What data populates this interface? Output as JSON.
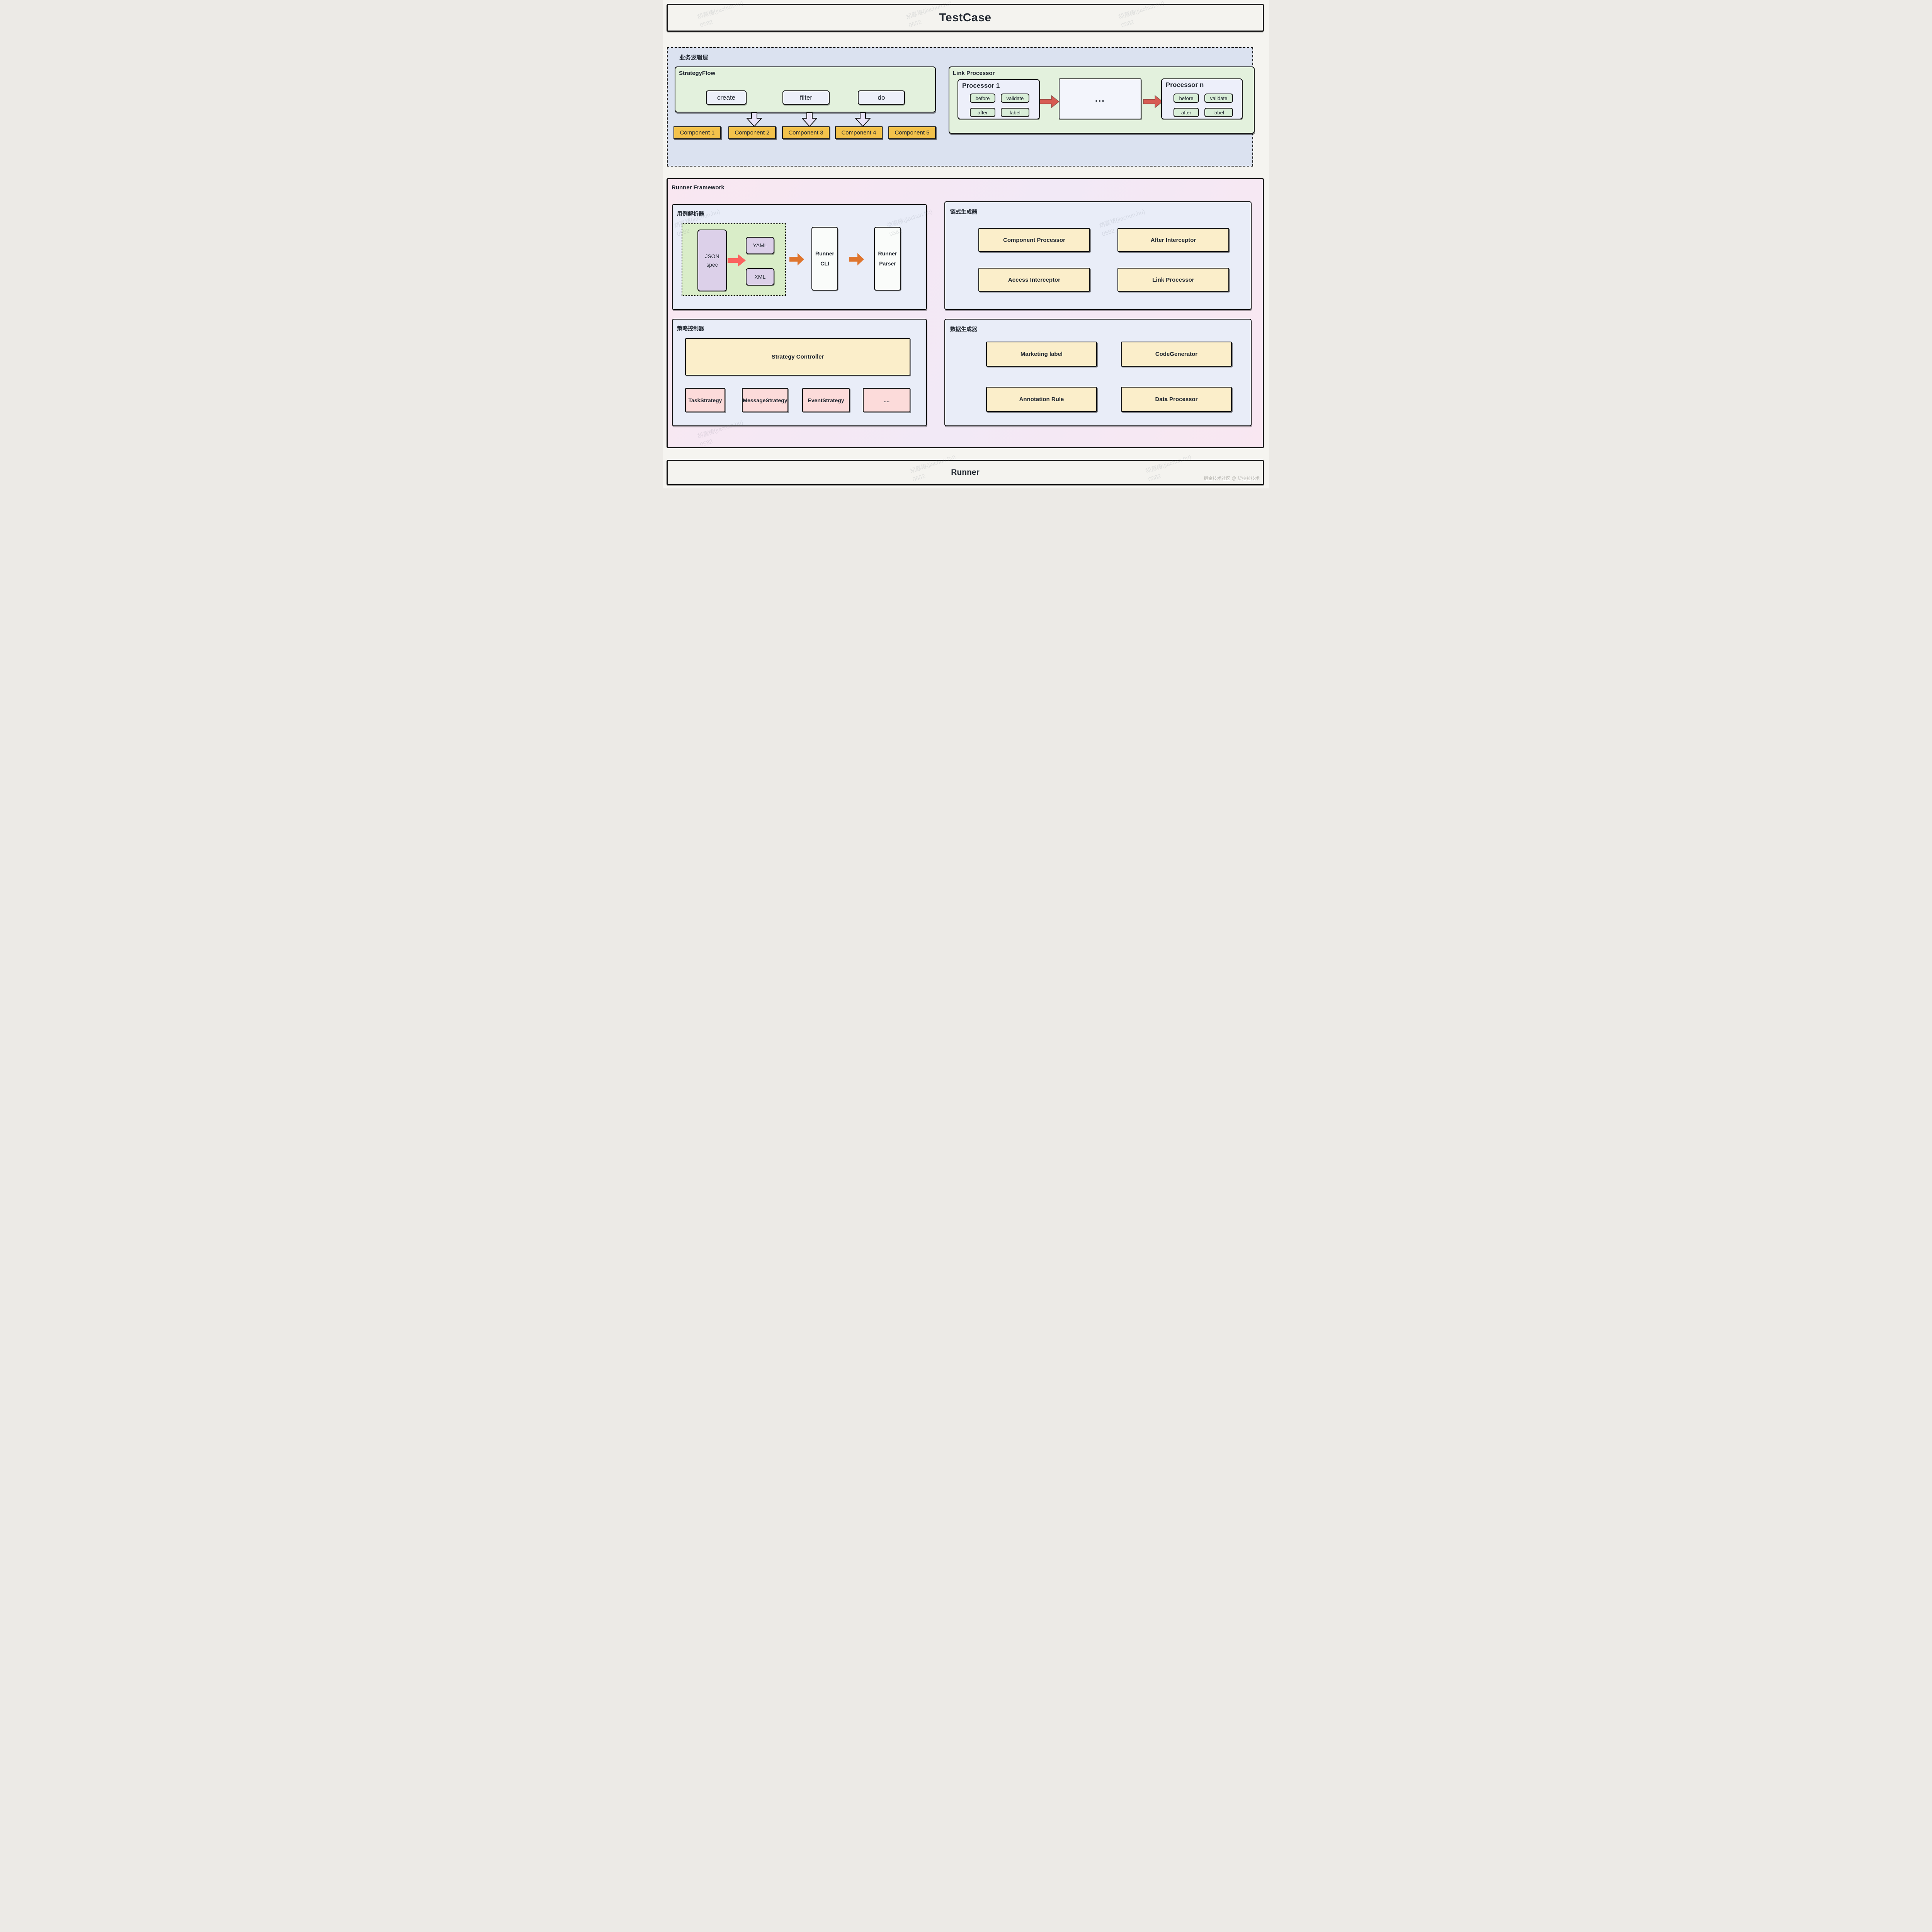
{
  "title": "TestCase",
  "business_layer": {
    "label": "业务逻辑层",
    "strategy_flow": {
      "label": "StrategyFlow",
      "steps": [
        "create",
        "filter",
        "do"
      ]
    },
    "components": [
      "Component 1",
      "Component 2",
      "Component 3",
      "Component 4",
      "Component 5"
    ],
    "link_processor": {
      "label": "Link Processor",
      "processor_first": "Processor 1",
      "processor_last": "Processor n",
      "ellipsis": "...",
      "hooks": [
        "before",
        "validate",
        "after",
        "label"
      ]
    }
  },
  "runner_framework": {
    "label": "Runner Framework",
    "case_parser": {
      "label": "用例解析器",
      "source": "JSON spec",
      "formats": [
        "YAML",
        "XML"
      ],
      "cli": "Runner CLI",
      "parser": "Runner Parser"
    },
    "chain_generator": {
      "label": "链式生成器",
      "nodes": [
        "Component Processor",
        "After Interceptor",
        "Access Interceptor",
        "Link Processor"
      ]
    },
    "strategy_controller": {
      "label": "策略控制器",
      "controller": "Strategy Controller",
      "strategies": [
        "TaskStrategy",
        "MessageStrategy",
        "EventStrategy",
        "...."
      ]
    },
    "data_generator": {
      "label": "数据生成器",
      "nodes": [
        "Marketing label",
        "CodeGenerator",
        "Annotation Rule",
        "Data Processor"
      ]
    }
  },
  "footer": {
    "label": "Runner",
    "credit": "掘金技术社区 @ 货拉拉技术"
  },
  "watermark": {
    "line1": "胡嘉椿(jiachun.hu)",
    "line2": "0582"
  },
  "colors": {
    "page_bg": "#f5f4f0",
    "bar_bg": "#f4f3ef",
    "business_bg": "#dbe2f0",
    "green_panel": "#e3f1dd",
    "lavender_panel": "#e9edf8",
    "framework_bg_left": "#f9e7f1",
    "framework_bg_right": "#f2e9f6",
    "node_lavender": "#edeffa",
    "node_white": "#f3f5fc",
    "btn_lavender": "#edf0fa",
    "btn_green": "#d9eed8",
    "yellow": "#f3c24b",
    "cream": "#fbeeca",
    "pink_node": "#fcdbda",
    "purple_node": "#dcd0e9",
    "dotted_green": "#d9edc8",
    "runner_white": "#fafcfa",
    "arrow_lavender": "#e9e3f8",
    "arrow_red": "#d75b53",
    "arrow_pink": "#fb625f",
    "arrow_orange": "#df752e",
    "ink": "#222831",
    "border": "#151515"
  }
}
